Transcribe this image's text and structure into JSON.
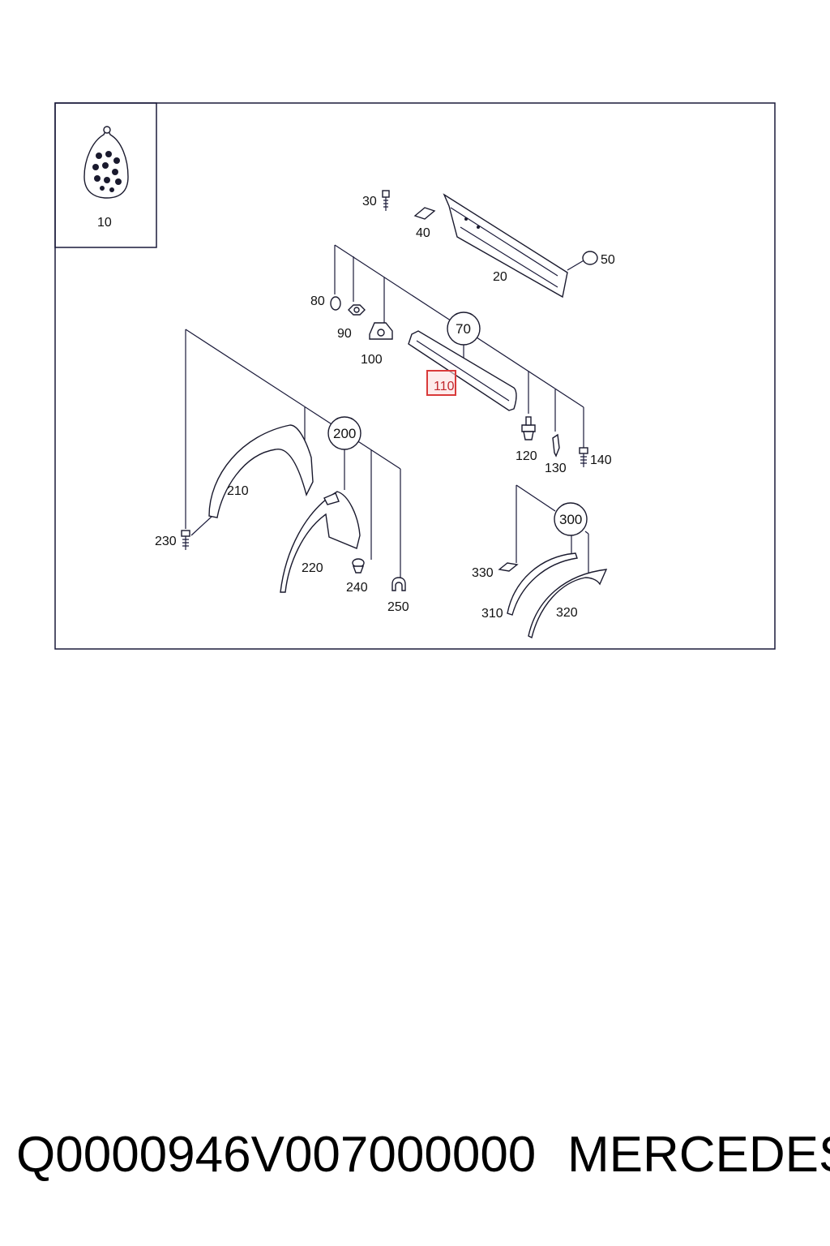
{
  "diagram": {
    "part_numbers": {
      "p10": "10",
      "p20": "20",
      "p30": "30",
      "p40": "40",
      "p50": "50",
      "p70": "70",
      "p80": "80",
      "p90": "90",
      "p100": "100",
      "p110": "110",
      "p120": "120",
      "p130": "130",
      "p140": "140",
      "p200": "200",
      "p210": "210",
      "p220": "220",
      "p230": "230",
      "p240": "240",
      "p250": "250",
      "p300": "300",
      "p310": "310",
      "p320": "320",
      "p330": "330"
    },
    "highlighted_part": "110",
    "highlight_color": "#d93a3a",
    "line_color": "#1a1a3a"
  },
  "caption": {
    "code": "Q0000946V007000000",
    "brand": "MERCEDES"
  }
}
